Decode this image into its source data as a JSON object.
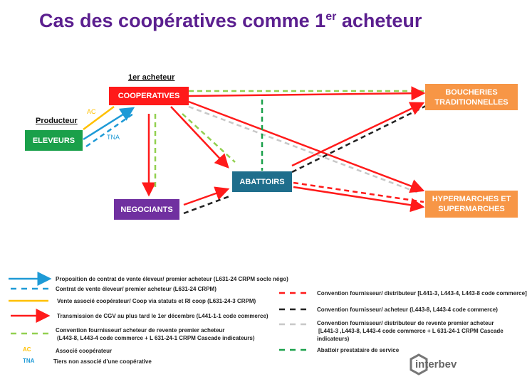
{
  "title": {
    "main": "Cas des coopératives comme 1",
    "sup": "er",
    "rest": " acheteur"
  },
  "labels": {
    "first_buyer": "1er acheteur",
    "producer": "Producteur",
    "ac": "AC",
    "tna": "TNA"
  },
  "nodes": {
    "cooperatives": "COOPERATIVES",
    "eleveurs": "ELEVEURS",
    "negociants": "NEGOCIANTS",
    "abattoirs": "ABATTOIRS",
    "boucheries": "BOUCHERIES TRADITIONNELLES",
    "hypermarches": "HYPERMARCHES ET SUPERMARCHES"
  },
  "colors": {
    "title": "#5b1f8f",
    "red": "#ff1a1a",
    "blue": "#1e9ad6",
    "yellow": "#ffc000",
    "green": "#1aa04a",
    "lightgreen": "#92d050",
    "orange": "#f79646",
    "teal": "#1f6e8c",
    "purple": "#7030a0",
    "gray": "#c8c8c8",
    "black": "#222222"
  },
  "legend_left": [
    "Proposition de contrat de vente éleveur/ premier acheteur (L631-24 CRPM socle négo)",
    "Contrat de vente éleveur/ premier acheteur (L631-24 CRPM)",
    "Vente associé coopérateur/ Coop via statuts et RI coop (L631-24-3 CRPM)",
    "Transmission de CGV au plus tard le 1er décembre (L441-1-1 code commerce)",
    "Convention fournisseur/ acheteur de revente premier acheteur",
    "(L443-8, L443-4 code commerce + L 631-24-1 CRPM Cascade indicateurs)",
    "Associé coopérateur",
    "Tiers non associé d'une coopérative"
  ],
  "legend_right": [
    "Convention fournisseur/ distributeur [L441-3, L443-4, L443-8 code commerce]",
    "Convention fournisseur/ acheteur (L443-8, L443-4 code commerce)",
    "Convention fournisseur/ distributeur de revente premier acheteur",
    "[L441-3 ,L443-8, L443-4 code commerce + L 631-24-1 CRPM Cascade",
    "indicateurs)",
    "Abattoir prestataire de service"
  ],
  "logo": "interbev"
}
